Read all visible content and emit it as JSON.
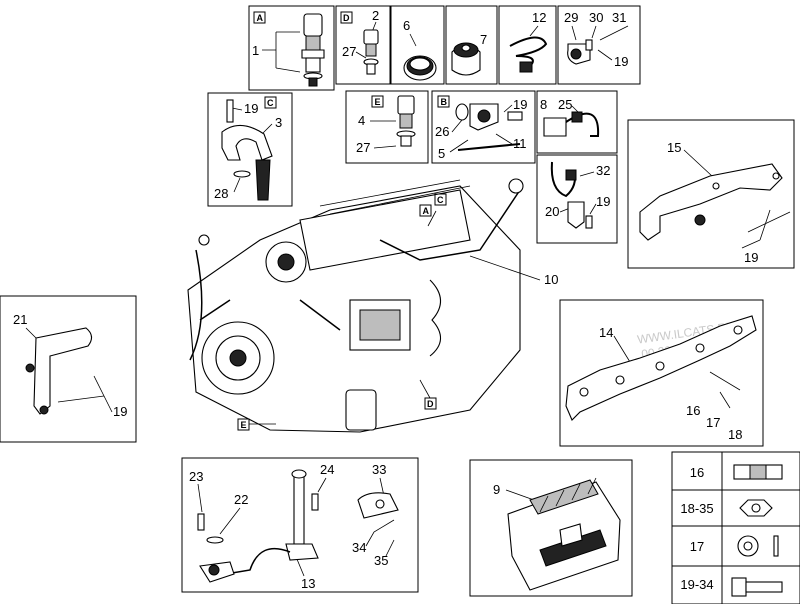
{
  "callouts": {
    "c1": "1",
    "c2": "2",
    "c3": "3",
    "c4": "4",
    "c5": "5",
    "c6": "6",
    "c7": "7",
    "c8": "8",
    "c9": "9",
    "c10": "10",
    "c11": "11",
    "c12": "12",
    "c13": "13",
    "c14": "14",
    "c15": "15",
    "c16": "16",
    "c17": "17",
    "c18": "18",
    "c19": "19",
    "c20": "20",
    "c21": "21",
    "c22": "22",
    "c23": "23",
    "c24": "24",
    "c25": "25",
    "c26": "26",
    "c27": "27",
    "c28": "28",
    "c29": "29",
    "c30": "30",
    "c31": "31",
    "c32": "32",
    "c33": "33",
    "c34": "34",
    "c35": "35"
  },
  "view_tags": {
    "a": "A",
    "b": "B",
    "c": "C",
    "d": "D",
    "e": "E"
  },
  "watermark": {
    "line1": "WWW.ILCATS.RU",
    "line2": "00.20.09.2025"
  },
  "hardware_legend": [
    {
      "code": "16",
      "icon": "clip-icon"
    },
    {
      "code": "18-35",
      "icon": "hex-nut-icon"
    },
    {
      "code": "17",
      "icon": "washer-icon"
    },
    {
      "code": "19-34",
      "icon": "bolt-icon"
    }
  ]
}
